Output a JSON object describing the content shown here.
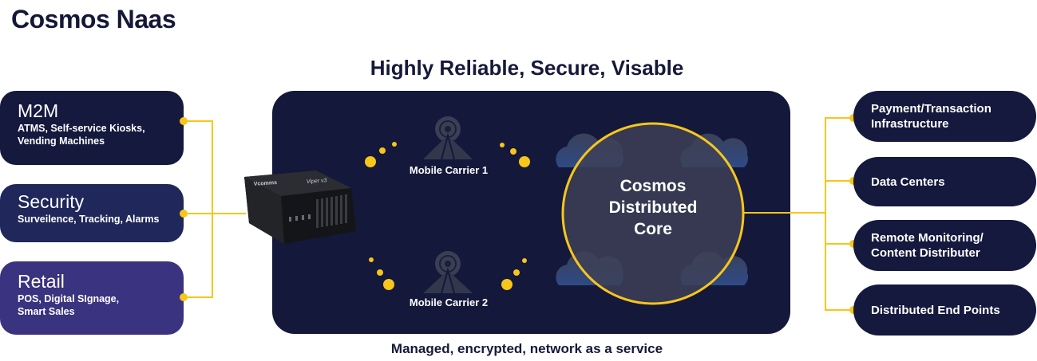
{
  "header": {
    "title": "Cosmos Naas"
  },
  "diagram": {
    "title": "Highly Reliable, Secure, Visable",
    "subtitle": "Managed, encrypted, network as a service",
    "left_boxes": [
      {
        "title": "M2M",
        "description": "ATMS, Self-service Kiosks, Vending Machines",
        "line1": "ATMS, Self-service Kiosks,",
        "line2": "Vending Machines",
        "color": "#15193d"
      },
      {
        "title": "Security",
        "description": "Surveilence, Tracking, Alarms",
        "line1": "Surveilence, Tracking, Alarms",
        "color": "#1f275b"
      },
      {
        "title": "Retail",
        "description": "POS, Digital SIgnage, Smart Sales",
        "line1": "POS, Digital SIgnage,",
        "line2": "Smart Sales",
        "color": "#3a337f"
      }
    ],
    "router": {
      "brand": "Vcomms",
      "model": "Viper v3",
      "icon": "router-device-icon"
    },
    "carriers": [
      {
        "label": "Mobile Carrier 1",
        "icon": "cell-tower-icon"
      },
      {
        "label": "Mobile Carrier 2",
        "icon": "cell-tower-icon"
      }
    ],
    "core": {
      "label": "Cosmos Distributed Core",
      "line1": "Cosmos",
      "line2": "Distributed",
      "line3": "Core",
      "icon": "cloud-icon"
    },
    "right_boxes": [
      {
        "label": "Payment/Transaction Infrastructure",
        "line1": "Payment/Transaction",
        "line2": "Infrastructure"
      },
      {
        "label": "Data Centers",
        "line1": "Data Centers"
      },
      {
        "label": "Remote Monitoring/ Content Distributer",
        "line1": "Remote Monitoring/",
        "line2": "Content Distributer"
      },
      {
        "label": "Distributed End Points",
        "line1": "Distributed End Points"
      }
    ],
    "colors": {
      "accent": "#f7c61b",
      "panel": "#14183a",
      "dark_box": "#15193d"
    }
  }
}
